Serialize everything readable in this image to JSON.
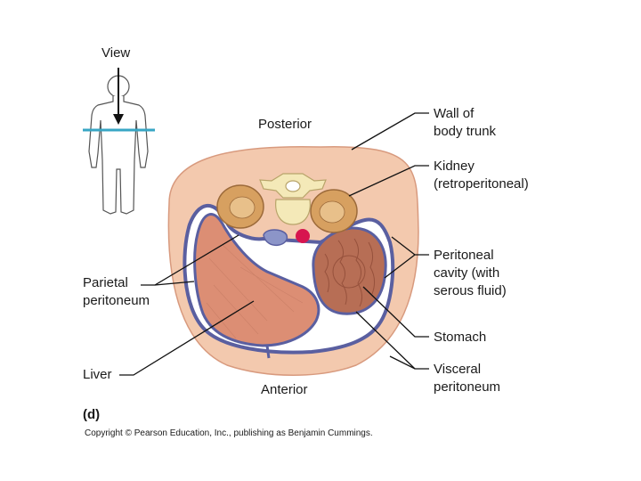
{
  "figure": {
    "view_label": "View",
    "posterior_label": "Posterior",
    "anterior_label": "Anterior",
    "panel_label": "(d)",
    "copyright": "Copyright © Pearson Education, Inc., publishing as Benjamin Cummings."
  },
  "labels": {
    "wall_of_body_trunk": "Wall of\nbody trunk",
    "kidney": "Kidney\n(retroperitoneal)",
    "peritoneal_cavity": "Peritoneal\ncavity (with\nserous fluid)",
    "stomach": "Stomach",
    "visceral_peritoneum": "Visceral\nperitoneum",
    "parietal_peritoneum": "Parietal\nperitoneum",
    "liver": "Liver"
  },
  "colors": {
    "body_wall": "#f3c9ae",
    "wall_outline": "#d89a7e",
    "membrane": "#5a5fa0",
    "cavity": "#ffffff",
    "liver": "#dc8e74",
    "stomach": "#b76e55",
    "kidney": "#d7a060",
    "vertebra": "#f4e9b8",
    "aorta": "#d7154f",
    "vena_cava": "#8c95c8",
    "plane_line": "#38a6c4"
  }
}
